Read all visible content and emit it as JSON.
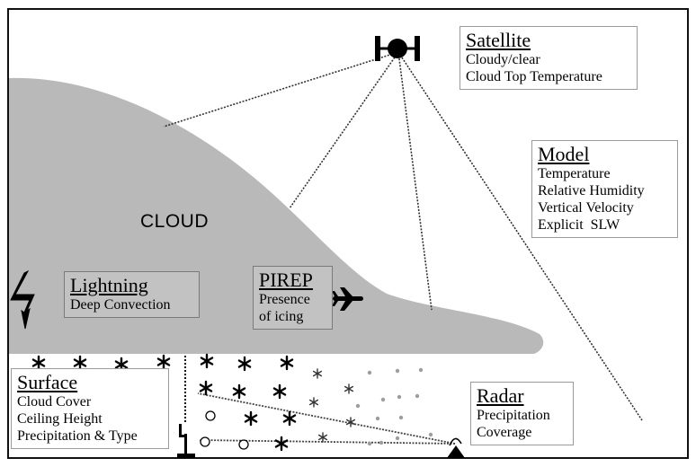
{
  "cloud": {
    "label": "CLOUD"
  },
  "satellite": {
    "title": "Satellite",
    "lines": [
      "Cloudy/clear",
      "Cloud Top Temperature"
    ]
  },
  "model": {
    "title": "Model",
    "lines": [
      "Temperature",
      "Relative Humidity",
      "Vertical Velocity",
      "Explicit  SLW"
    ]
  },
  "lightning": {
    "title": "Lightning",
    "lines": [
      "Deep Convection"
    ]
  },
  "pirep": {
    "title": "PIREP",
    "lines": [
      "Presence",
      "of icing"
    ]
  },
  "surface": {
    "title": "Surface",
    "lines": [
      "Cloud Cover",
      "Ceiling Height",
      "Precipitation & Type"
    ]
  },
  "radar": {
    "title": "Radar",
    "lines": [
      "Precipitation",
      "Coverage"
    ]
  },
  "colors": {
    "cloud": "#b9b9b9",
    "border": "#111111",
    "precip_dot": "#9d9d9d"
  },
  "icons": [
    "satellite-icon",
    "lightning-icon",
    "airplane-icon",
    "radar-icon",
    "surface-station-icon",
    "snowflake-icon",
    "rain-drop-icon",
    "hail-icon"
  ]
}
